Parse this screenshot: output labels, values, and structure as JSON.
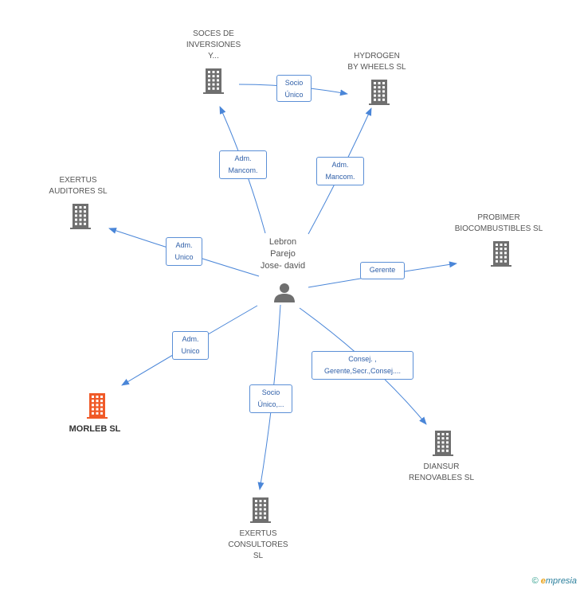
{
  "person": {
    "name_lines": [
      "Lebron",
      "Parejo",
      "Jose- david"
    ]
  },
  "companies": [
    {
      "id": "soces",
      "lines": [
        "SOCES DE",
        "INVERSIONES",
        "Y..."
      ],
      "main": false
    },
    {
      "id": "hydrogen",
      "lines": [
        "HYDROGEN",
        "BY WHEELS SL"
      ],
      "main": false
    },
    {
      "id": "exertus-auditores",
      "lines": [
        "EXERTUS",
        "AUDITORES  SL"
      ],
      "main": false
    },
    {
      "id": "probimer",
      "lines": [
        "PROBIMER",
        "BIOCOMBUSTIBLES SL"
      ],
      "main": false
    },
    {
      "id": "morleb",
      "lines": [
        "MORLEB SL"
      ],
      "main": true
    },
    {
      "id": "diansur",
      "lines": [
        "DIANSUR",
        "RENOVABLES SL"
      ],
      "main": false
    },
    {
      "id": "exertus-consultores",
      "lines": [
        "EXERTUS",
        "CONSULTORES",
        "SL"
      ],
      "main": false
    }
  ],
  "relations": [
    {
      "id": "r-soces-hydrogen",
      "lines": [
        "Socio",
        "Único"
      ]
    },
    {
      "id": "r-soces",
      "lines": [
        "Adm.",
        "Mancom."
      ]
    },
    {
      "id": "r-hydrogen",
      "lines": [
        "Adm.",
        "Mancom."
      ]
    },
    {
      "id": "r-auditores",
      "lines": [
        "Adm.",
        "Unico"
      ]
    },
    {
      "id": "r-probimer",
      "lines": [
        "Gerente"
      ]
    },
    {
      "id": "r-morleb",
      "lines": [
        "Adm.",
        "Unico"
      ]
    },
    {
      "id": "r-diansur",
      "lines": [
        "Consej. ,",
        "Gerente,Secr.,Consej...."
      ]
    },
    {
      "id": "r-consultores",
      "lines": [
        "Socio",
        "Único,..."
      ]
    }
  ],
  "colors": {
    "edge": "#4a86d8",
    "building": "#6f6f6f",
    "building_main": "#f05a28",
    "person": "#6f6f6f"
  },
  "footer": {
    "copyright": "©",
    "brand_e": "e",
    "brand_rest": "mpresia"
  }
}
